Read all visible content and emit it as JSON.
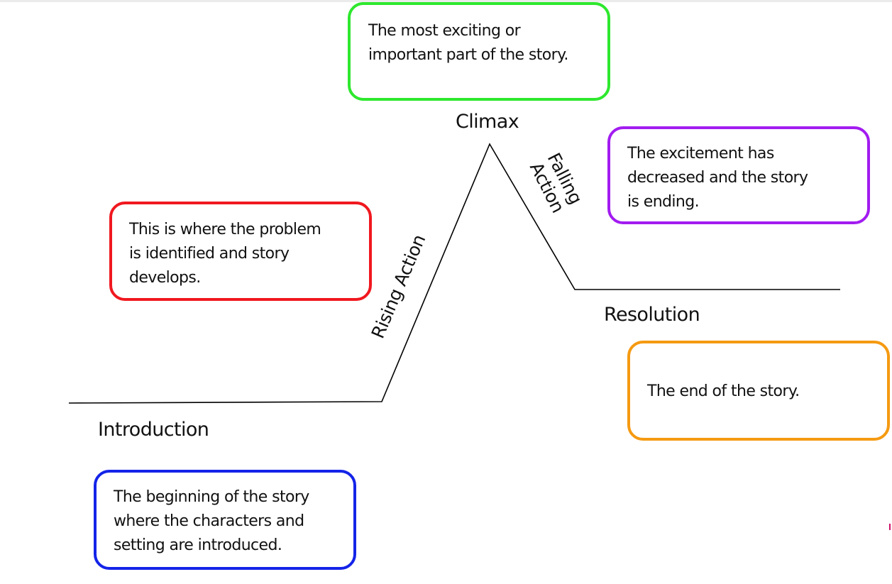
{
  "colors": {
    "climax_box": "#2ee82e",
    "falling_box": "#a21cf0",
    "rising_box": "#f0181f",
    "resolution_box": "#f59a12",
    "introduction_box": "#1424e8",
    "line": "#000000"
  },
  "stages": {
    "climax": {
      "label": "Climax",
      "description": "The most exciting or\nimportant part of the story."
    },
    "falling_action": {
      "label_line1": "Falling",
      "label_line2": "Action",
      "description": "The excitement has\ndecreased and the story\nis ending."
    },
    "rising_action": {
      "label": "Rising Action",
      "description": "This is where the problem\nis identified and story\ndevelops."
    },
    "resolution": {
      "label": "Resolution",
      "description": "The end of the story."
    },
    "introduction": {
      "label": "Introduction",
      "description": "The beginning of the story\nwhere the characters and\nsetting are introduced."
    }
  }
}
